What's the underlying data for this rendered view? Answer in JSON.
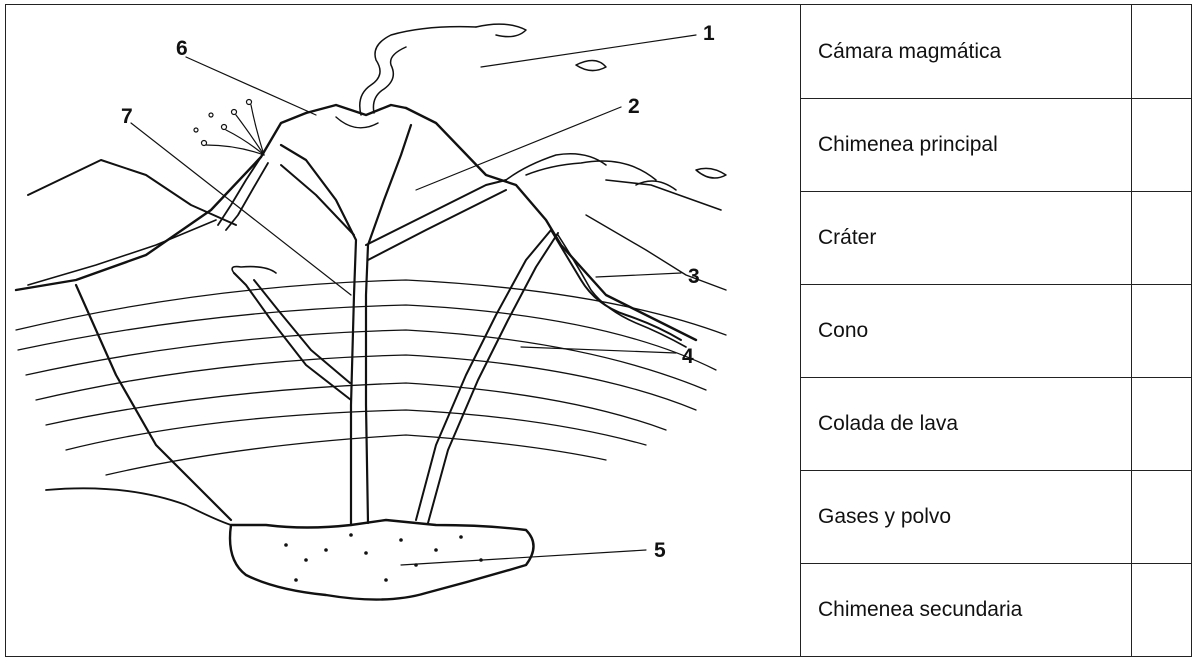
{
  "diagram": {
    "callouts": [
      "1",
      "2",
      "3",
      "4",
      "5",
      "6",
      "7"
    ]
  },
  "table": {
    "rows": [
      {
        "label": "Cámara magmática",
        "answer": ""
      },
      {
        "label": "Chimenea principal",
        "answer": ""
      },
      {
        "label": "Cráter",
        "answer": ""
      },
      {
        "label": "Cono",
        "answer": ""
      },
      {
        "label": "Colada de lava",
        "answer": ""
      },
      {
        "label": "Gases y polvo",
        "answer": ""
      },
      {
        "label": "Chimenea secundaria",
        "answer": ""
      }
    ]
  },
  "colors": {
    "line": "#111111",
    "background": "#ffffff"
  }
}
